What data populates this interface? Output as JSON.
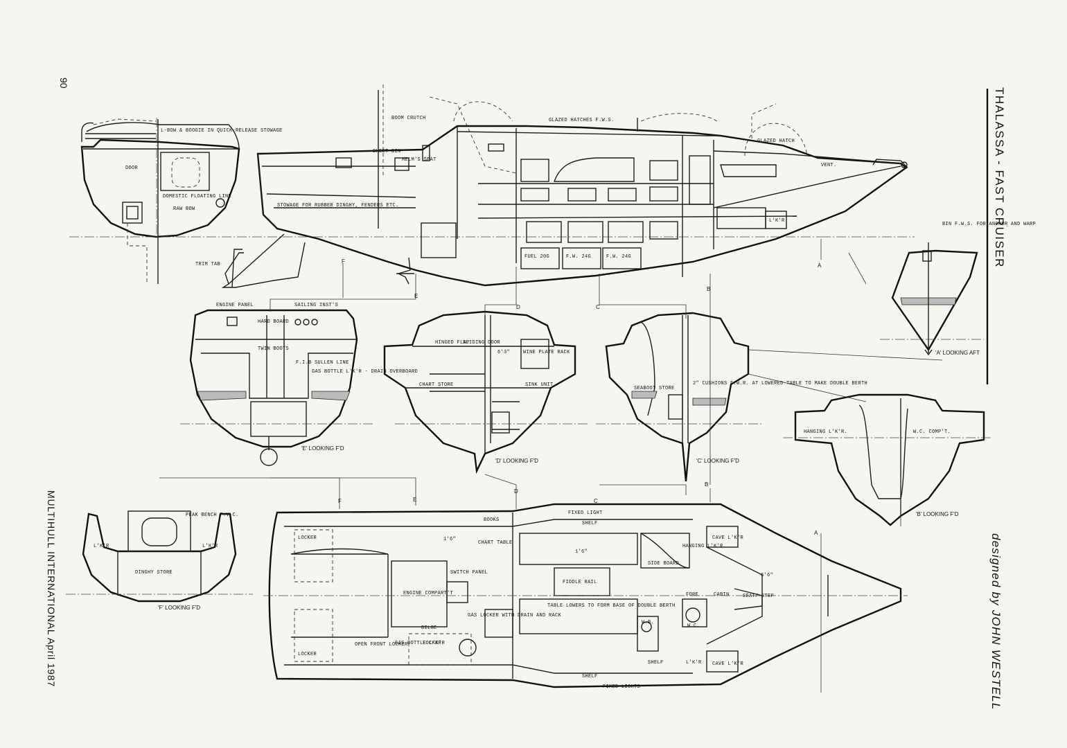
{
  "header": {
    "title": "THALASSA  -  FAST CRUISER",
    "designer": "designed by JOHN WESTELL",
    "page_number": "90",
    "magazine": "MULTIHULL INTERNATIONAL  April  1987"
  },
  "labels": {
    "boom_crutch": "BOOM CRUTCH",
    "glazed_hatches": "GLAZED HATCHES F.W.S.",
    "glazed_hatch": "GLAZED HATCH",
    "vent": "VENT.",
    "stowage_dinghy": "STOWAGE FOR RUBBER DINGHY, FENDERS ETC.",
    "trim_tab": "TRIM TAB",
    "bin": "BIN F.W.S. FOR ANCHOR AND WARP",
    "fuel": "FUEL 20G",
    "fw1": "F.W. 24G",
    "fw2": "F.W. 24G",
    "lkr": "L'K'R",
    "door": "DOOR",
    "bow_boom": "L-BOW & BOOGIE IN QUICK-RELEASE STOWAGE",
    "domestic": "DOMESTIC FLOATING LINE",
    "raw_bow": "RAW BOW",
    "engine_panel": "ENGINE PANEL",
    "sailing_inst": "SAILING INST'S",
    "hard_board": "HARD BOARD",
    "twin_boots": "TWIN BOOTS",
    "sheet_bin": "SHEET BIN",
    "helm_seat": "HELM'S SEAT",
    "gas_bottle": "GAS BOTTLE L'K'R - DRAIN OVERBOARD",
    "fib_sullen": "F.I.B SULLEN LINE",
    "hinged_flap": "HINGED FLAP",
    "sliding_door": "SLIDING DOOR",
    "wine_rack": "WINE PLATE RACK",
    "height": "6'3\"",
    "chart_store": "CHART STORE",
    "sink_unit": "SINK UNIT",
    "cushions": "2\" CUSHIONS F.W.R. AT LOWERED TABLE TO MAKE DOUBLE BERTH",
    "seaboot": "SEABOOT STORE",
    "hanging": "HANGING L'K'R.",
    "wc_compt": "W.C. COMP'T.",
    "a_looking_aft": "'A' LOOKING AFT",
    "b_looking": "'B' LOOKING F'D",
    "c_looking": "'C' LOOKING F'D",
    "d_looking": "'D' LOOKING F'D",
    "e_looking": "'E' LOOKING F'D",
    "f_looking": "'F' LOOKING F'D",
    "peak_bench": "PEAK BENCH P.V.C.",
    "dinghy_store": "DINGHY STORE",
    "locker": "LOCKER",
    "locker2": "LOCKER",
    "open_front": "OPEN FRONT LOCKER",
    "gas_bottle2": "GAS BOTTLE L'K'R",
    "locker3": "LOCKER",
    "bilge": "BILGE",
    "engine_compt": "ENGINE COMPART'T",
    "switch_panel": "SWITCH PANEL",
    "gas_locker": "GAS LOCKER WITH DRAIN AND RACK",
    "books": "BOOKS",
    "fixed_light": "FIXED LIGHT",
    "shelf": "SHELF",
    "shelf2": "SHELF",
    "shelf3": "SHELF",
    "chart_table": "CHART TABLE",
    "berth1": "1'6\"",
    "berth2": "1'6\"",
    "berth3": "6'6\"",
    "table": "TABLE LOWERS TO FORM BASE OF DOUBLE BERTH",
    "fixed_lights": "FIXED LIGHTS",
    "side_board": "SIDE BOARD",
    "hanging2": "HANGING L'K'R",
    "cave1": "CAVE L'K'R",
    "cave2": "CAVE L'K'R",
    "lkr2": "L'K'R",
    "fore": "FORE",
    "cabin": "CABIN",
    "seat_step": "SEAT/ STEP",
    "wc": "W.C.",
    "wb": "W.B.",
    "fiddle": "FIDDLE RAIL",
    "lkr_f1": "L'K'R",
    "lkr_f2": "L'K'R",
    "sec_a1": "A",
    "sec_a2": "A",
    "sec_b1": "B",
    "sec_b2": "B",
    "sec_c1": "C",
    "sec_c2": "C",
    "sec_d1": "D",
    "sec_d2": "D",
    "sec_e1": "E",
    "sec_e2": "E",
    "sec_f1": "F",
    "sec_f2": "F"
  }
}
